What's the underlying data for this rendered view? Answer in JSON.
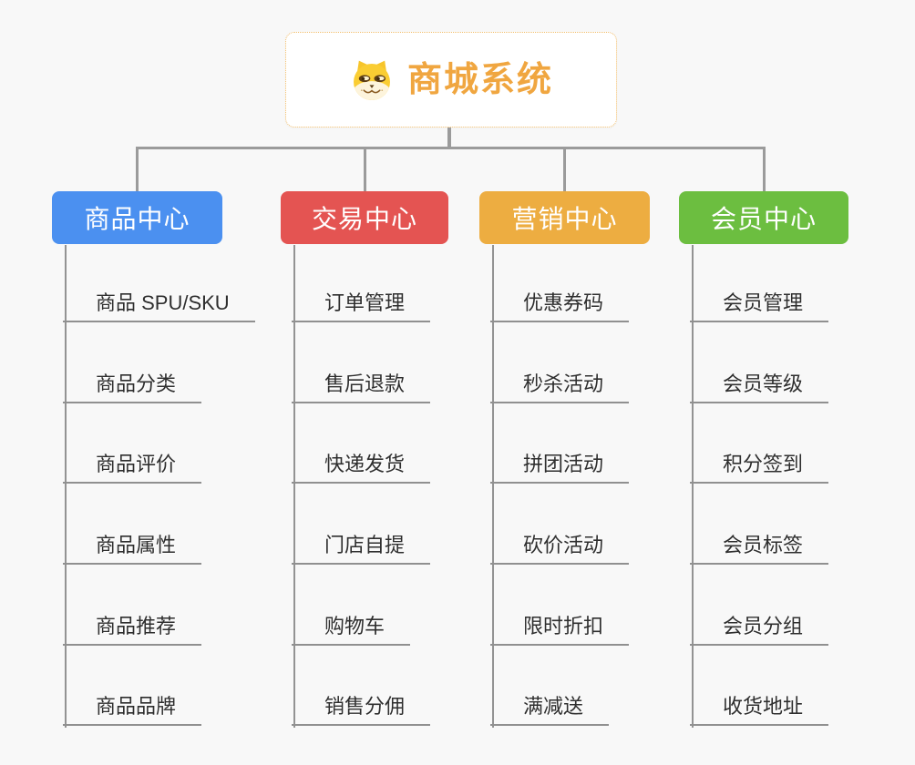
{
  "root": {
    "title": "商城系统",
    "icon": "doge-icon"
  },
  "branches": [
    {
      "label": "商品中心",
      "color": "#4B90F0",
      "children": [
        "商品 SPU/SKU",
        "商品分类",
        "商品评价",
        "商品属性",
        "商品推荐",
        "商品品牌"
      ]
    },
    {
      "label": "交易中心",
      "color": "#E45452",
      "children": [
        "订单管理",
        "售后退款",
        "快递发货",
        "门店自提",
        "购物车",
        "销售分佣"
      ]
    },
    {
      "label": "营销中心",
      "color": "#EDAD41",
      "children": [
        "优惠券码",
        "秒杀活动",
        "拼团活动",
        "砍价活动",
        "限时折扣",
        "满减送"
      ]
    },
    {
      "label": "会员中心",
      "color": "#6CBE40",
      "children": [
        "会员管理",
        "会员等级",
        "积分签到",
        "会员标签",
        "会员分组",
        "收货地址"
      ]
    }
  ],
  "colors": {
    "background": "#F8F8F8",
    "connector": "#9B9B9B",
    "branch_line": "#939393",
    "root_text": "#F0A640",
    "root_border": "#F2BE6B",
    "leaf_text": "#2E2E2E"
  }
}
